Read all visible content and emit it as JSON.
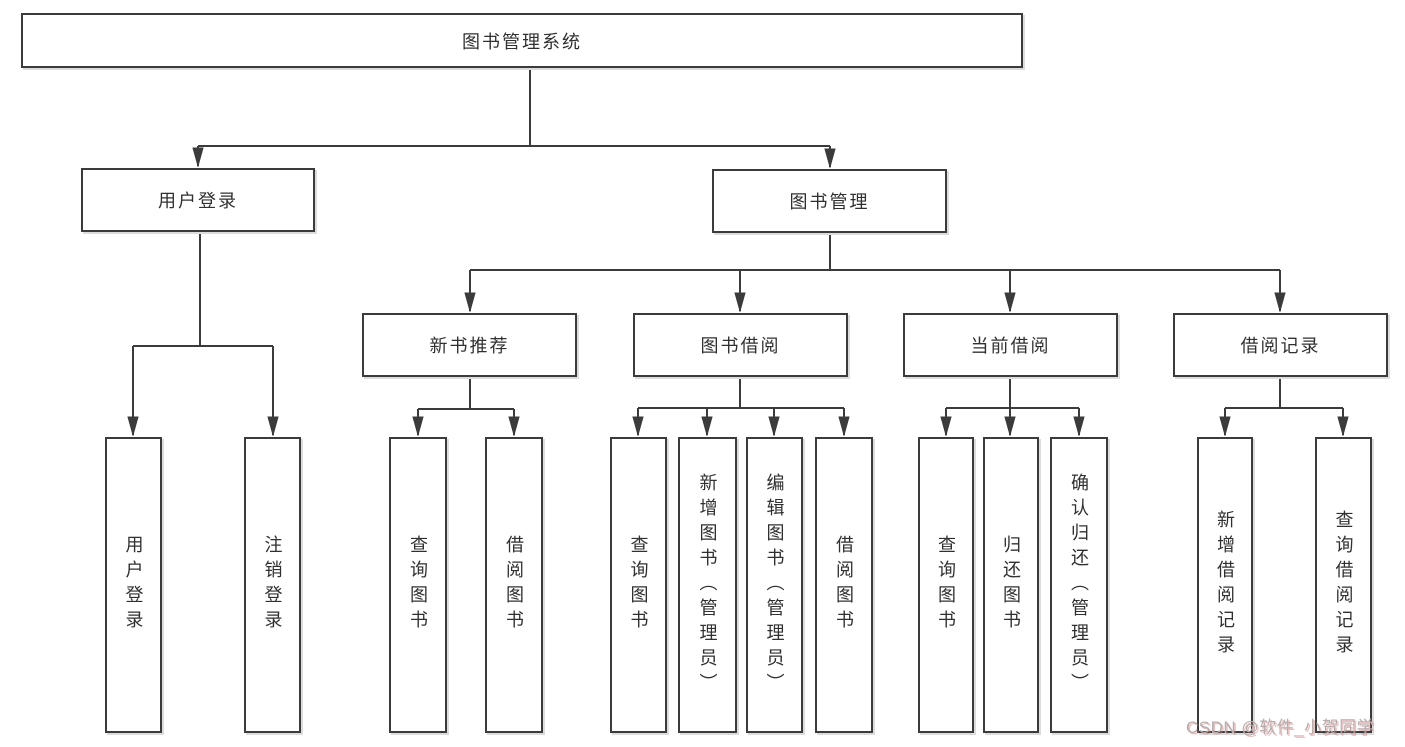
{
  "colors": {
    "line": "#3b3b3b",
    "box_border": "#3b3b3b",
    "text": "#303030",
    "background": "#ffffff",
    "watermark_gray": "#b0b0b0",
    "watermark_red": "#e06a6a"
  },
  "diagram": {
    "root": {
      "label": "图书管理系统"
    },
    "level2": [
      {
        "label": "用户登录"
      },
      {
        "label": "图书管理"
      }
    ],
    "level3": [
      {
        "label": "新书推荐"
      },
      {
        "label": "图书借阅"
      },
      {
        "label": "当前借阅"
      },
      {
        "label": "借阅记录"
      }
    ],
    "level4": [
      {
        "label": "用户登录"
      },
      {
        "label": "注销登录"
      },
      {
        "label": "查询图书"
      },
      {
        "label": "借阅图书"
      },
      {
        "label": "查询图书"
      },
      {
        "label": "新增图书（管理员）"
      },
      {
        "label": "编辑图书（管理员）"
      },
      {
        "label": "借阅图书"
      },
      {
        "label": "查询图书"
      },
      {
        "label": "归还图书"
      },
      {
        "label": "确认归还（管理员）"
      },
      {
        "label": "新增借阅记录"
      },
      {
        "label": "查询借阅记录"
      }
    ]
  },
  "watermark": {
    "text": "CSDN @软件_小贺同学"
  }
}
